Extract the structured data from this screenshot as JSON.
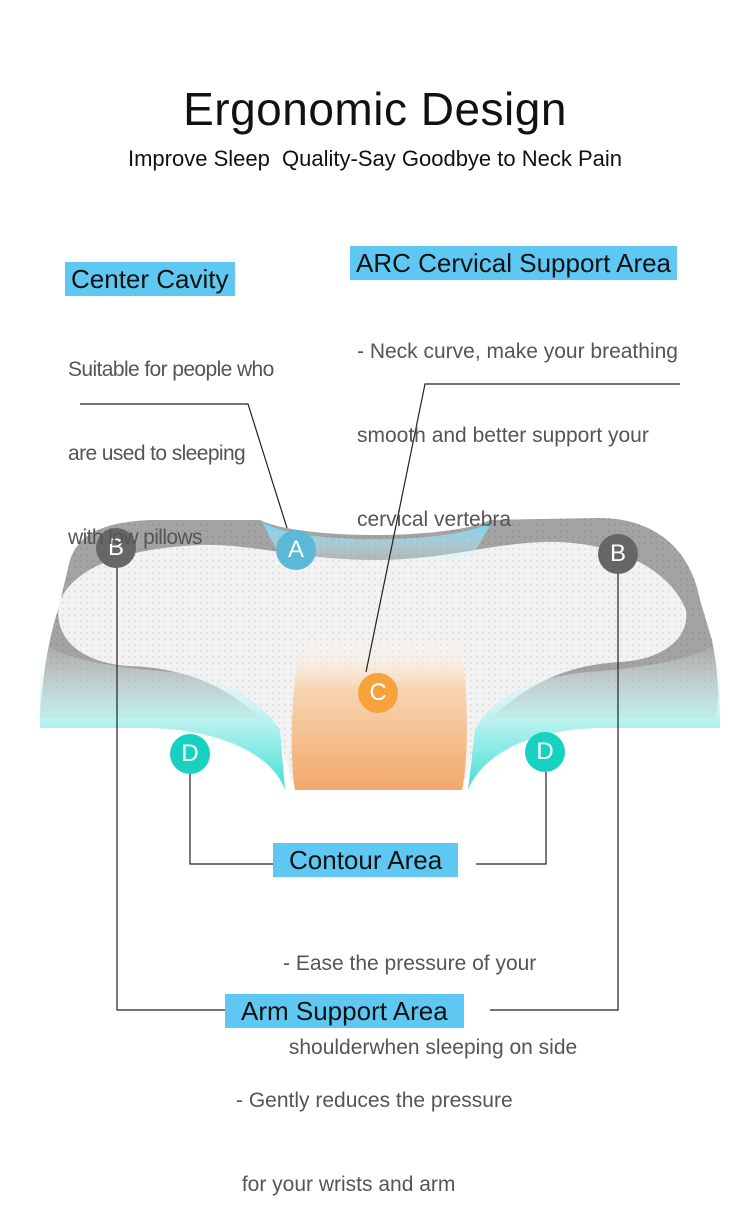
{
  "header": {
    "title": "Ergonomic Design",
    "subtitle": "Improve Sleep  Quality-Say Goodbye to Neck Pain"
  },
  "callouts": {
    "center_cavity": {
      "label": "Center Cavity",
      "lines": [
        "Suitable for people who",
        "are used to sleeping",
        "with low pillows"
      ]
    },
    "arc_support": {
      "label": "ARC Cervical Support Area",
      "lines": [
        "- Neck curve, make your breathing",
        "smooth and better support your",
        "cervical vertebra"
      ]
    },
    "contour_area": {
      "label": "Contour Area",
      "lines": [
        "- Ease the pressure of your",
        " shoulderwhen sleeping on side"
      ]
    },
    "arm_support": {
      "label": "Arm Support Area",
      "lines": [
        "- Gently reduces the pressure",
        " for your wrists and arm"
      ]
    }
  },
  "markers": {
    "a": "A",
    "b": "B",
    "c": "C",
    "d": "D"
  },
  "colors": {
    "label_bg": "#5ec8f2",
    "marker_a": "#5bb8d6",
    "marker_b": "#666666",
    "marker_c": "#f7a23c",
    "marker_d": "#19d1c0",
    "pillow_gray": "#9a9a9a",
    "pillow_white": "#f1f1f1",
    "zone_orange": "#f3b57e",
    "zone_teal": "#4fe3dc"
  }
}
